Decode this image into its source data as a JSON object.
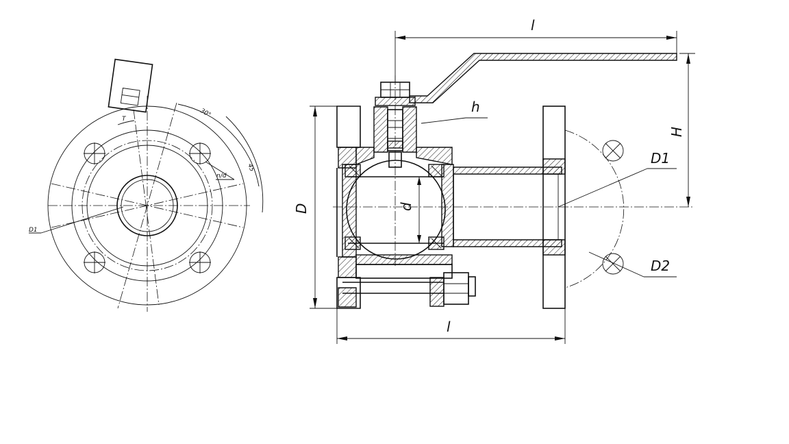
{
  "labels": {
    "top_length": "l",
    "height": "H",
    "stem_height": "h",
    "flange_d1": "D1",
    "bolt_hole_d2": "D2",
    "flange_outer": "D",
    "bore": "d",
    "bottom_length": "l",
    "end_view_d1": "D1",
    "end_view_holes": "n/d",
    "end_view_angle_small": "T",
    "end_view_angle_30": "30°",
    "end_view_angle_45": "45"
  }
}
